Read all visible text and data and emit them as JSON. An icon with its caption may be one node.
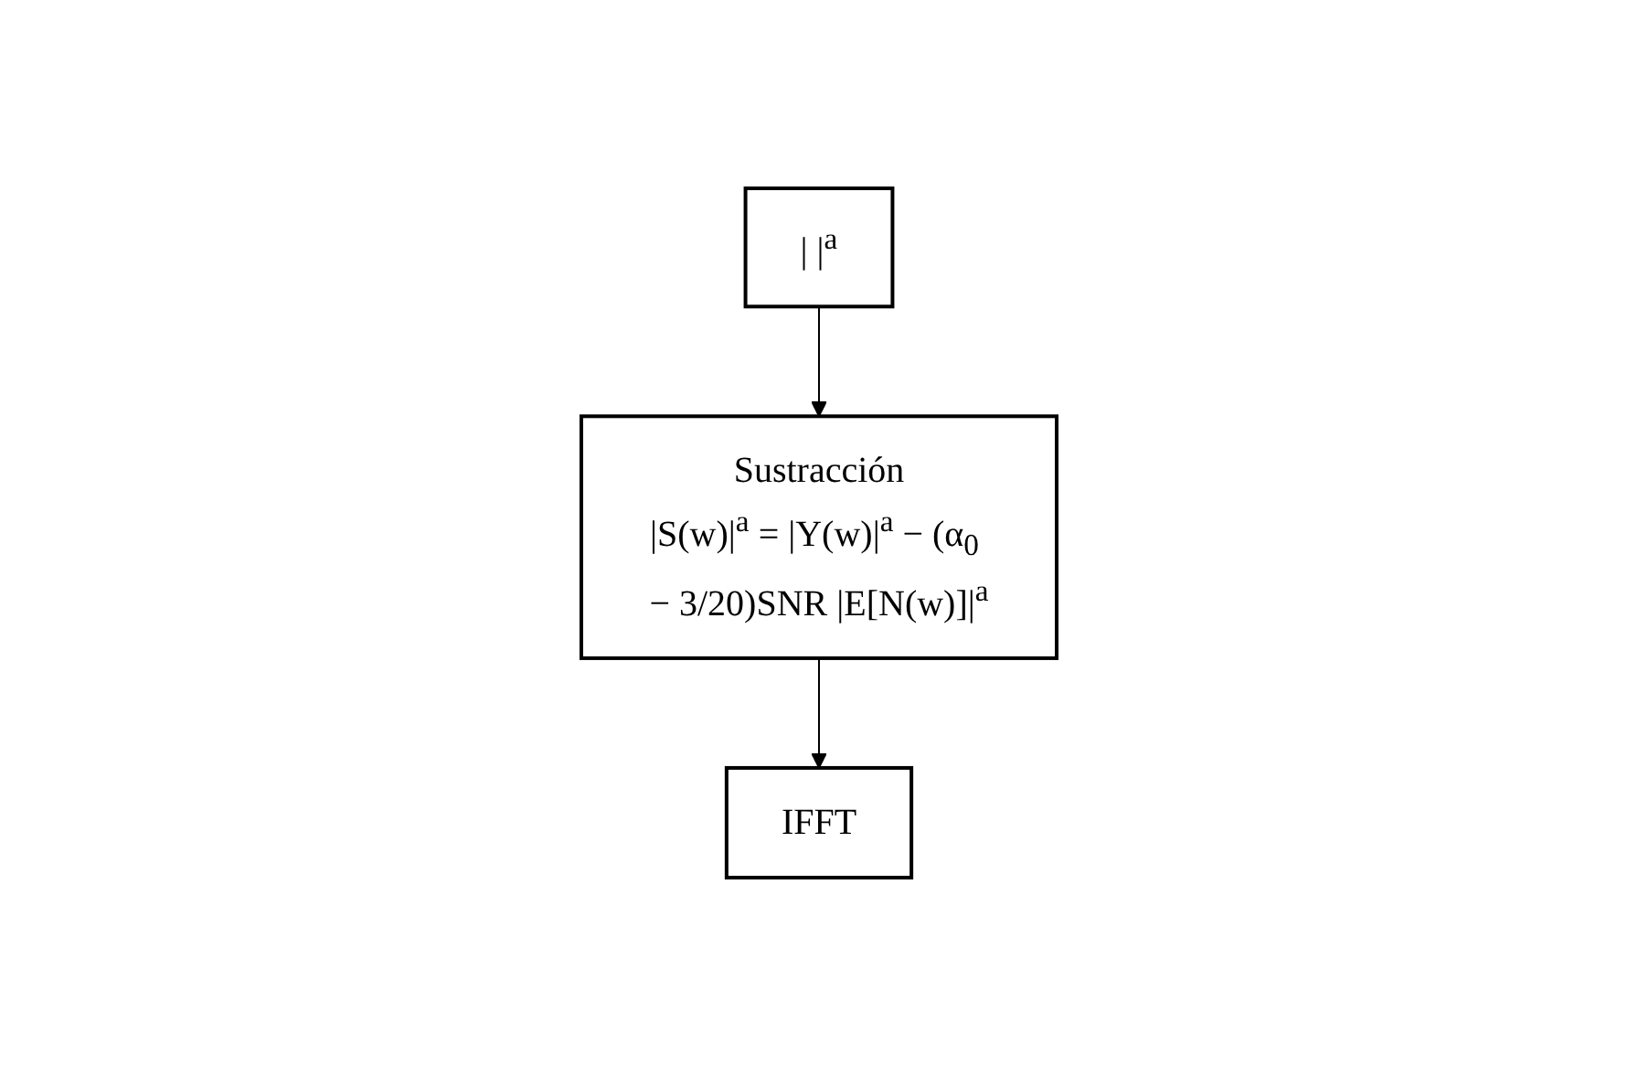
{
  "diagram": {
    "nodes": [
      {
        "text": [
          "| |$^{a}$"
        ]
      },
      {
        "text": [
          "Sustracción",
          "|S(w)|$^{a}$ = |Y(w)|$^{a}$ − (α$_{0}$ − 3/20)SNR |E[N(w)]|$^{a}$"
        ]
      },
      {
        "text": [
          "IFFT"
        ]
      }
    ],
    "edges": [
      {
        "from": 0,
        "to": 1,
        "arrow": "to"
      },
      {
        "from": 1,
        "to": 2,
        "arrow": "to"
      }
    ]
  }
}
